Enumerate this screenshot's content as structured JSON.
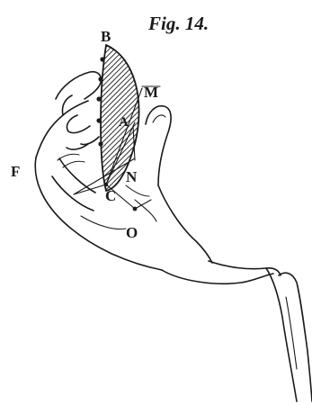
{
  "figure": {
    "caption": "Fig. 14.",
    "point_labels": {
      "b": "B",
      "m": "M",
      "a": "A",
      "f": "F",
      "n": "N",
      "c": "C",
      "o": "O"
    }
  }
}
